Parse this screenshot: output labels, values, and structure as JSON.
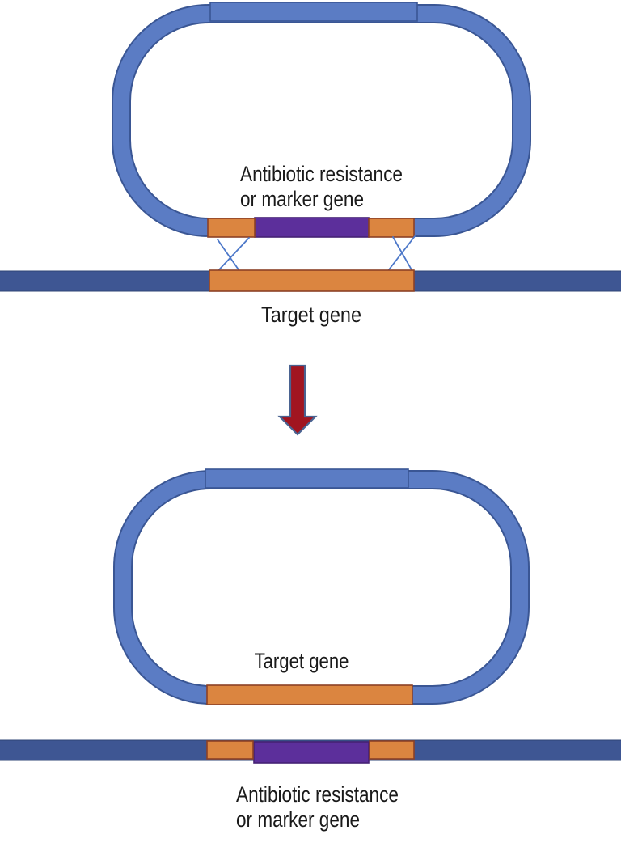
{
  "diagram": {
    "type": "gene-targeting-homologous-recombination",
    "top_plasmid": {
      "label_line1": "Antibiotic resistance",
      "label_line2": "or marker gene"
    },
    "top_chromosome": {
      "label": "Target gene"
    },
    "bottom_plasmid": {
      "label": "Target gene"
    },
    "bottom_chromosome": {
      "label_line1": "Antibiotic resistance",
      "label_line2": "or marker gene"
    },
    "colors": {
      "plasmid_fill": "#5B7CC4",
      "plasmid_border": "#3A5694",
      "segment_orange": "#DB8540",
      "segment_orange_border": "#8C4126",
      "segment_purple": "#5C2F9B",
      "segment_purple_border": "#452275",
      "chromosome_fill": "#3E5693",
      "chromosome_border": "#2F4475",
      "arrow_fill": "#A11520",
      "arrow_border": "#4A6391",
      "crossover_line": "#4D78C9",
      "text_color": "#1A1A1A"
    }
  }
}
